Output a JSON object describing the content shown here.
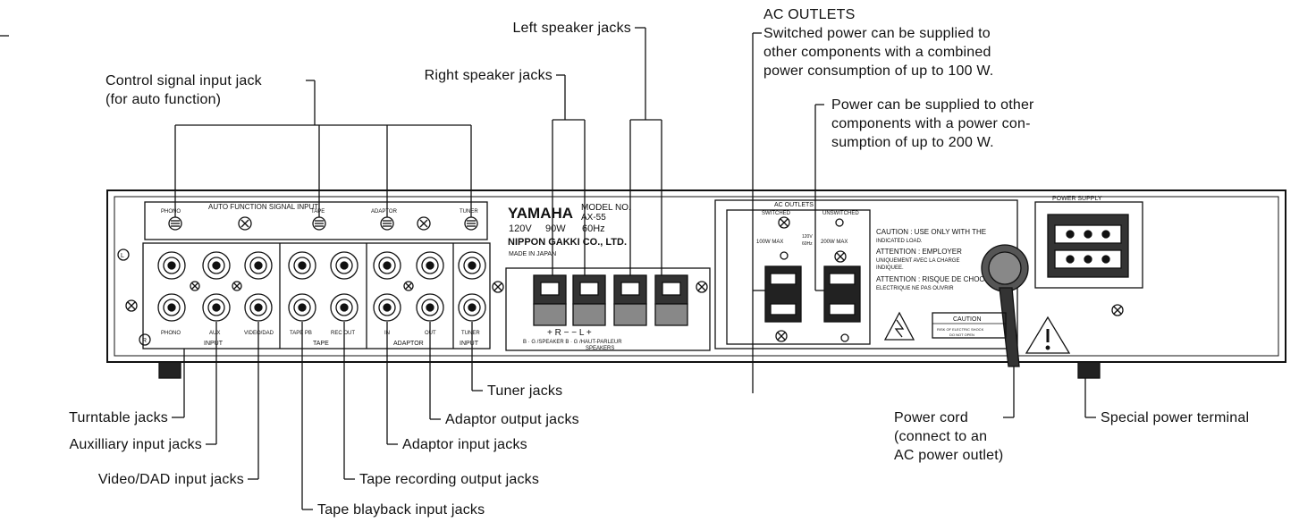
{
  "callouts": {
    "left_speaker": "Left speaker jacks",
    "right_speaker": "Right speaker jacks",
    "control_signal_1": "Control signal input jack",
    "control_signal_2": "(for auto function)",
    "ac_outlets_title": "AC OUTLETS",
    "ac_switched_1": "Switched power can be supplied to",
    "ac_switched_2": "other components with a combined",
    "ac_switched_3": "power consumption of up to 100 W.",
    "ac_unswitched_1": "Power can be supplied to other",
    "ac_unswitched_2": "components with a power con-",
    "ac_unswitched_3": "sumption of up to 200 W.",
    "tuner": "Tuner jacks",
    "turntable": "Turntable jacks",
    "adaptor_output": "Adaptor output jacks",
    "auxiliary": "Auxilliary input jacks",
    "adaptor_input": "Adaptor input jacks",
    "video_dad": "Video/DAD input jacks",
    "tape_rec": "Tape recording output jacks",
    "tape_play": "Tape blayback input jacks",
    "power_cord_1": "Power cord",
    "power_cord_2": "(connect to an",
    "power_cord_3": "AC power outlet)",
    "special_power": "Special power terminal"
  },
  "panel": {
    "auto_function": "AUTO FUNCTION SIGNAL INPUT",
    "af_phono": "PHONO",
    "af_tape": "TAPE",
    "af_adaptor": "ADAPTOR",
    "af_tuner": "TUNER",
    "brand": "YAMAHA",
    "model_no": "MODEL NO.",
    "model": "AX-55",
    "volt": "120V",
    "watt": "90W",
    "hz": "60Hz",
    "maker": "NIPPON GAKKI CO., LTD.",
    "made_in": "MADE IN JAPAN",
    "l_mark": "L",
    "r_mark": "R",
    "jk_phono": "PHONO",
    "jk_aux": "AUX",
    "jk_video": "VIDEO/DAD",
    "jk_tapepb": "TAPE PB",
    "jk_recout": "REC OUT",
    "jk_in": "IN",
    "jk_out": "OUT",
    "jk_tuner": "TUNER",
    "grp_input1": "INPUT",
    "grp_tape": "TAPE",
    "grp_adaptor": "ADAPTOR",
    "grp_input2": "INPUT",
    "sp_polarity": "+ R −   − L +",
    "sp_line1": "B · G /SPEAKER B · G /HAUT-PARLEUR",
    "sp_line2": "SPEAKERS",
    "ac_outlets": "AC OUTLETS",
    "switched": "SWITCHED",
    "unswitched": "UNSWITCHED",
    "max100": "100W MAX",
    "max200": "200W MAX",
    "v120": "120V",
    "hz60": "60Hz",
    "caution1": "CAUTION : USE ONLY WITH THE",
    "caution2": "INDICATED LOAD.",
    "attention1": "ATTENTION : EMPLOYER",
    "attention2": "UNIQUEMENT AVEC LA CHARGE",
    "attention3": "INDIQUEE.",
    "attention4": "ATTENTION : RISQUE DE CHOC",
    "attention5": "ELECTRIQUE NE PAS OUVRIR",
    "caution_label": "CAUTION",
    "caution_small1": "RISK OF ELECTRIC SHOCK",
    "caution_small2": "DO NOT OPEN",
    "power_supply": "POWER SUPPLY"
  }
}
